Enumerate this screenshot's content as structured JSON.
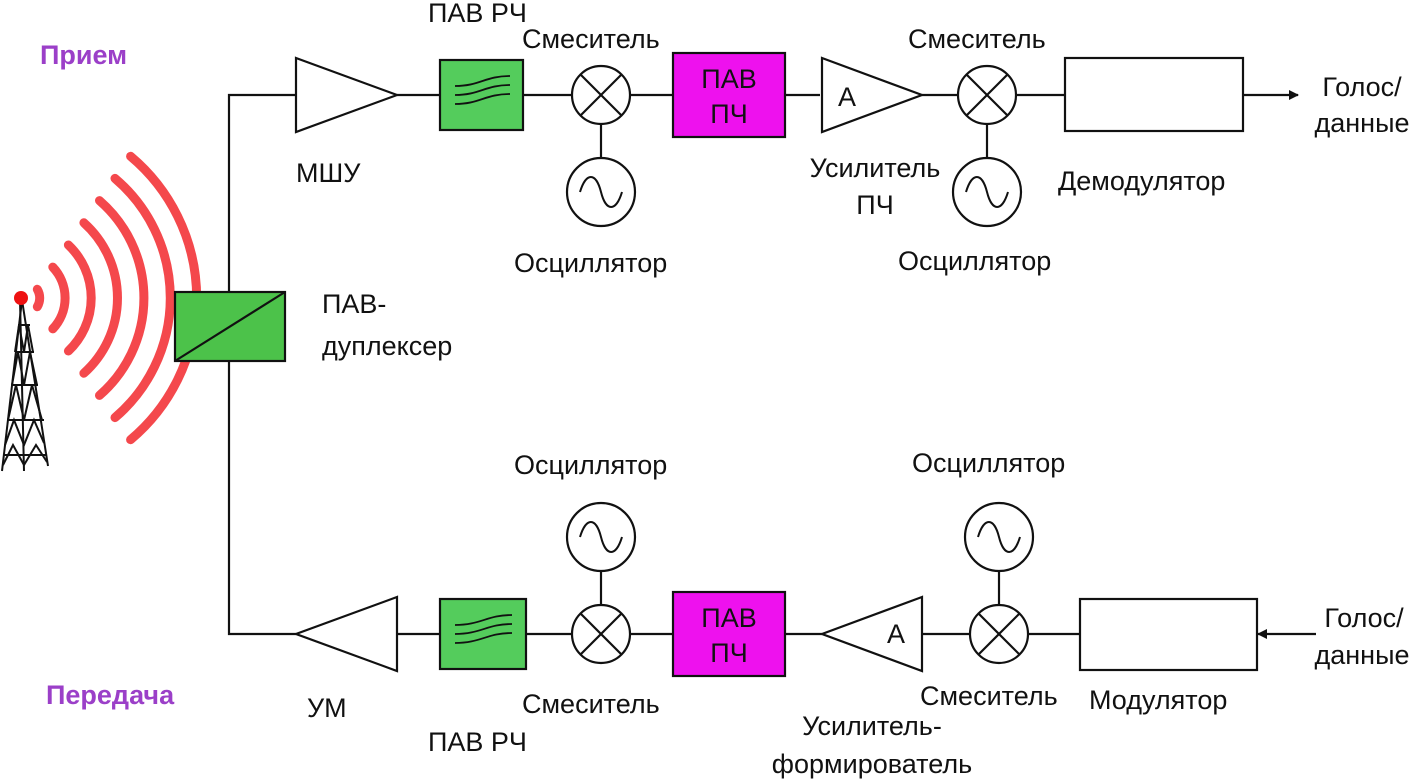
{
  "sections": {
    "receive": "Прием",
    "transmit": "Передача"
  },
  "labels": {
    "duplexer": [
      "ПАВ-",
      "дуплексер"
    ],
    "rx_lna": "МШУ",
    "rx_rf_saw": "ПАВ РЧ",
    "rx_mixer1": "Смеситель",
    "rx_osc1": "Осциллятор",
    "rx_if_saw": [
      "ПАВ",
      "ПЧ"
    ],
    "rx_if_amp_symbol": "A",
    "rx_if_amp": [
      "Усилитель",
      "ПЧ"
    ],
    "rx_mixer2": "Смеситель",
    "rx_osc2": "Осциллятор",
    "rx_demod": "Демодулятор",
    "rx_output": [
      "Голос/",
      "данные"
    ],
    "tx_pa": "УМ",
    "tx_rf_saw": "ПАВ РЧ",
    "tx_mixer1": "Смеситель",
    "tx_osc1": "Осциллятор",
    "tx_if_saw": [
      "ПАВ",
      "ПЧ"
    ],
    "tx_amp_symbol": "A",
    "tx_amp": [
      "Усилитель-",
      "формирователь"
    ],
    "tx_mixer2": "Смеситель",
    "tx_osc2": "Осциллятор",
    "tx_mod": "Модулятор",
    "tx_input": [
      "Голос/",
      "данные"
    ]
  },
  "colors": {
    "receive_label": "#9b3fc8",
    "transmit_label": "#9b3fc8",
    "duplexer_fill": "#4cc24a",
    "rf_saw_fill": "#54cc5c",
    "if_saw_fill": "#ee11ee",
    "waves": "#f4484c",
    "antenna_tip": "#ee1111",
    "lines": "#111111"
  },
  "icons": {
    "antenna": "antenna-tower-icon",
    "signal": "signal-waves-icon",
    "oscillator": "sine-wave-icon",
    "mixer": "mixer-cross-icon",
    "filter": "bandpass-filter-icon"
  }
}
